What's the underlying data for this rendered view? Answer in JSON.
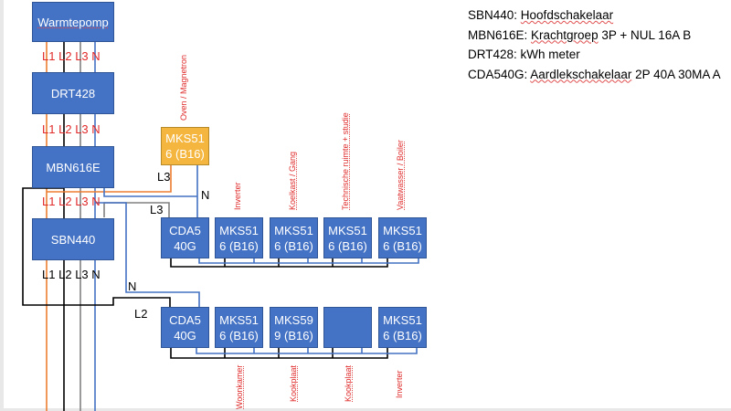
{
  "colors": {
    "box_blue": "#4472c4",
    "box_yellow": "#f4b63e",
    "wire_l1": "#ed7d31",
    "wire_l2": "#000000",
    "wire_l3": "#808080",
    "wire_n": "#4472c4",
    "label_red": "#e02a2a"
  },
  "components": {
    "warmtepomp": "Warmtepomp",
    "drt428": "DRT428",
    "mbn616e": "MBN616E",
    "sbn440": "SBN440",
    "oven_breaker": "MKS51\n6 (B16)",
    "rcd_top": "CDA5\n40G",
    "rcd_bottom": "CDA5\n40G"
  },
  "phase_labels": {
    "l1": "L1",
    "l2": "L2",
    "l3": "L3",
    "n": "N"
  },
  "wire_labels": {
    "oven_l3": "L3",
    "oven_n": "N",
    "rcd_top_l3": "L3",
    "rcd_bottom_n": "N",
    "rcd_bottom_l2": "L2"
  },
  "groups_top": [
    {
      "breaker": "MKS51\n6 (B16)",
      "label": "Inverter"
    },
    {
      "breaker": "MKS51\n6 (B16)",
      "label": "Koelkast / Gang"
    },
    {
      "breaker": "MKS51\n6 (B16)",
      "label": "Technische ruimte + studie"
    },
    {
      "breaker": "MKS51\n6 (B16)",
      "label": "Vaatwasser / Boiler"
    }
  ],
  "groups_bottom": [
    {
      "breaker": "MKS51\n6 (B16)",
      "label": "Woonkamer"
    },
    {
      "breaker": "MKS59\n9 (B16)",
      "label": "Kookplaat"
    },
    {
      "breaker": "",
      "label": "Kookplaat"
    },
    {
      "breaker": "MKS51\n6 (B16)",
      "label": "Inverter"
    }
  ],
  "oven_label": "Oven / Magnetron",
  "legend": [
    {
      "code": "SBN440: ",
      "desc": "Hoofdschakelaar",
      "rest": ""
    },
    {
      "code": "MBN616E: ",
      "desc": "Krachtgroep",
      "rest": " 3P + NUL 16A B"
    },
    {
      "code": "DRT428: ",
      "desc": "",
      "rest": "kWh meter"
    },
    {
      "code": "CDA540G: ",
      "desc": "Aardlekschakelaar",
      "rest": " 2P 40A 30MA A"
    }
  ]
}
